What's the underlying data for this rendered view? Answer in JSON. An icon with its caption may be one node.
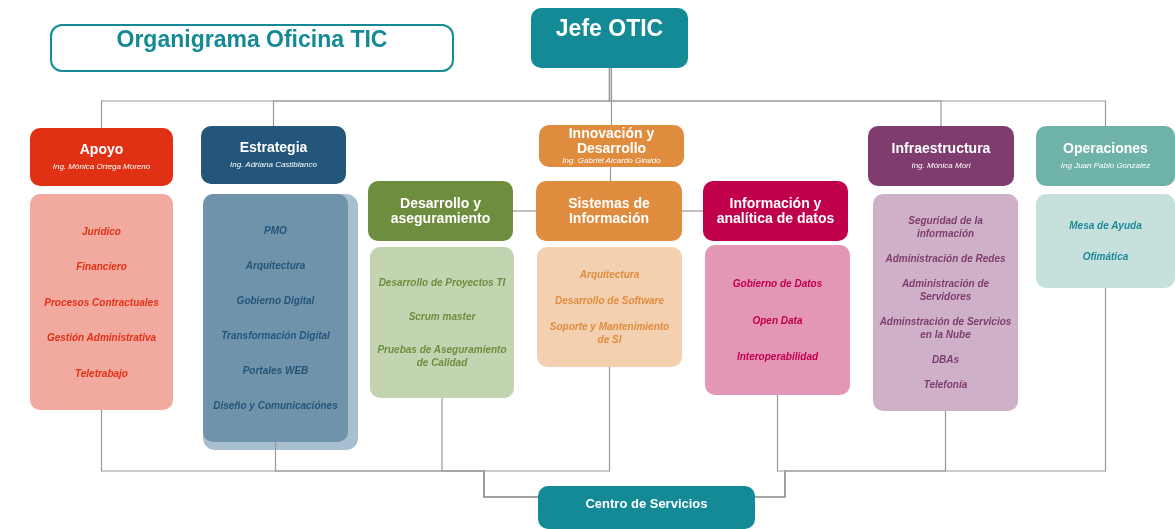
{
  "diagram": {
    "title": "Organigrama Oficina TIC",
    "nodes": [
      {
        "text": [
          "Jefe OTIC"
        ]
      },
      {
        "text": [
          "Apoyo",
          "Ing. Mónica Ortega Moreno"
        ]
      },
      {
        "text": [
          "Jurídico",
          "Financiero",
          "Procesos Contractuales",
          "Gestión Administrativa",
          "Teletrabajo"
        ]
      },
      {
        "text": [
          "Estrategia",
          "Ing. Adriana Castiblanco"
        ]
      },
      {
        "text": [
          "PMO",
          "Arquitectura",
          "Gobierno Digital",
          "Transformación Digital",
          "Portales WEB",
          "Diseño y Comunicaciónes"
        ]
      },
      {
        "text": [
          "Innovación y Desarrollo",
          "Ing. Gabriel Aicardo Giraldo"
        ]
      },
      {
        "text": [
          "Desarrollo y aseguramiento"
        ]
      },
      {
        "text": [
          "Sistemas de Información"
        ]
      },
      {
        "text": [
          "Información y analítica de datos"
        ]
      },
      {
        "text": [
          "Desarrollo de Proyectos TI",
          "Scrum master",
          "Pruebas de Aseguramiento de Calidad"
        ]
      },
      {
        "text": [
          "Arquitectura",
          "Desarrollo de Software",
          "Soporte y Mantenimiento de SI"
        ]
      },
      {
        "text": [
          "Gobierno de Datos",
          "Open Data",
          "Interoperabilidad"
        ]
      },
      {
        "text": [
          "Infraestructura",
          "Ing. Mónica Mori"
        ]
      },
      {
        "text": [
          "Seguridad de la información",
          "Administración de Redes",
          "Administración de Servidores",
          "Adminstración de Servicios en la Nube",
          "DBAs",
          "Telefonía"
        ]
      },
      {
        "text": [
          "Operaciones",
          "Ing Juan Pablo Gonzalez"
        ]
      },
      {
        "text": [
          "Mesa de Ayuda",
          "Ofimática"
        ]
      },
      {
        "text": [
          "Centro de Servicios"
        ]
      }
    ],
    "edges": [
      {
        "from": 0,
        "to": 1,
        "arrow": "none"
      },
      {
        "from": 0,
        "to": 3,
        "arrow": "none"
      },
      {
        "from": 0,
        "to": 5,
        "arrow": "none"
      },
      {
        "from": 0,
        "to": 12,
        "arrow": "none"
      },
      {
        "from": 0,
        "to": 14,
        "arrow": "none"
      },
      {
        "from": 5,
        "to": 7,
        "arrow": "none"
      },
      {
        "from": 6,
        "to": 7,
        "arrow": "none"
      },
      {
        "from": 7,
        "to": 8,
        "arrow": "none"
      },
      {
        "from": 2,
        "to": 16,
        "arrow": "none"
      },
      {
        "from": 4,
        "to": 16,
        "arrow": "none"
      },
      {
        "from": 9,
        "to": 16,
        "arrow": "none"
      },
      {
        "from": 10,
        "to": 16,
        "arrow": "none"
      },
      {
        "from": 11,
        "to": 16,
        "arrow": "none"
      },
      {
        "from": 13,
        "to": 16,
        "arrow": "none"
      },
      {
        "from": 15,
        "to": 16,
        "arrow": "none"
      }
    ]
  }
}
